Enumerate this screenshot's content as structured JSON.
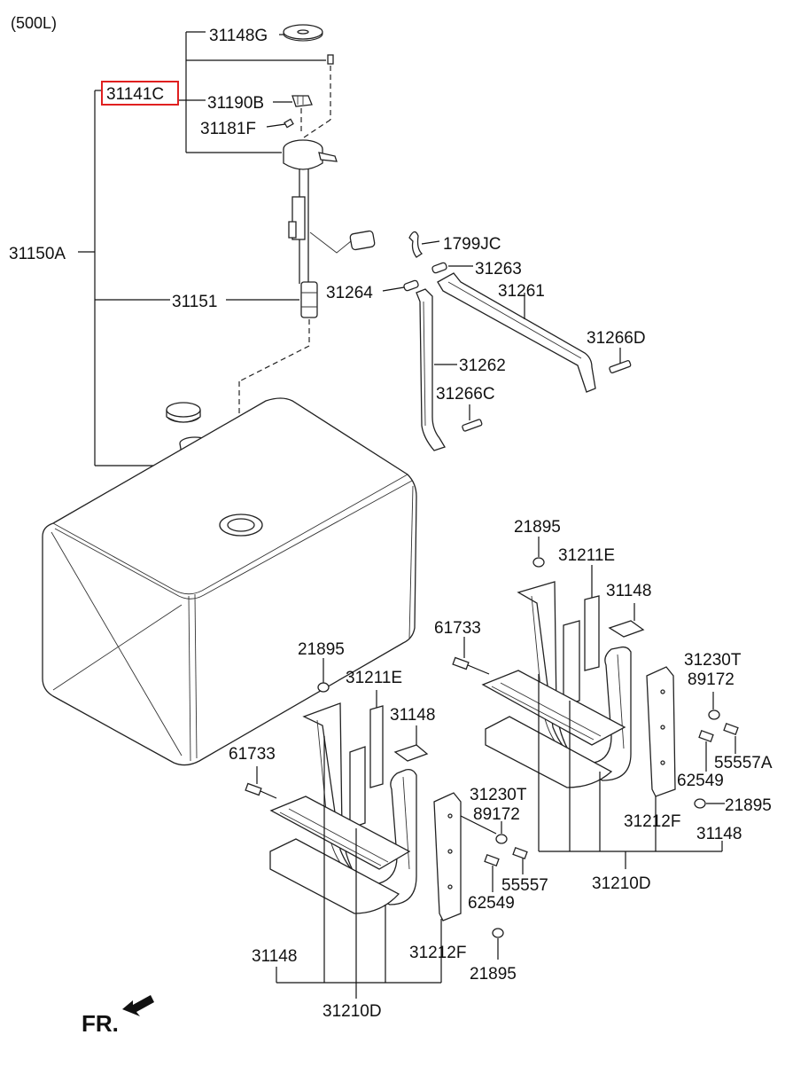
{
  "variant": "(500L)",
  "highlight_color": "#e02020",
  "orientation_label": "FR.",
  "labels": {
    "l31148G": "31148G",
    "l31141C": "31141C",
    "l31190B": "31190B",
    "l31181F": "31181F",
    "l31150A": "31150A",
    "l31151": "31151",
    "l1799JC": "1799JC",
    "l31263": "31263",
    "l31264": "31264",
    "l31261": "31261",
    "l31266D": "31266D",
    "l31262": "31262",
    "l31266C": "31266C",
    "r21895_top": "21895",
    "r31211E": "31211E",
    "r31148_top": "31148",
    "r61733": "61733",
    "r31230T": "31230T",
    "r89172": "89172",
    "r55557A": "55557A",
    "r62549": "62549",
    "r21895_bot": "21895",
    "r31212F": "31212F",
    "r31148_bot": "31148",
    "r31210D": "31210D",
    "f21895_top": "21895",
    "f31211E": "31211E",
    "f31148_top": "31148",
    "f61733": "61733",
    "f31230T": "31230T",
    "f89172": "89172",
    "f55557": "55557",
    "f62549": "62549",
    "f31212F": "31212F",
    "f21895_bot": "21895",
    "f31148_bot": "31148",
    "f31210D": "31210D"
  }
}
